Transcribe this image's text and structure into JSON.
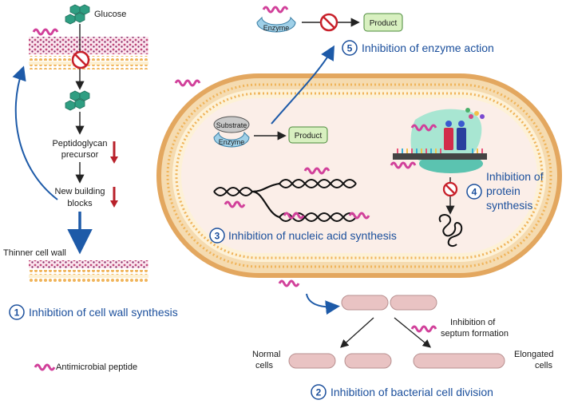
{
  "labels": {
    "glucose": "Glucose",
    "pg_precursor_1": "Peptidoglycan",
    "pg_precursor_2": "precursor",
    "building_1": "New building",
    "building_2": "blocks",
    "thinner_wall": "Thinner cell wall",
    "substrate": "Substrate",
    "enzyme": "Enzyme",
    "enzyme_top": "Enzyme",
    "product": "Product",
    "product_top": "Product",
    "normal_1": "Normal",
    "normal_2": "cells",
    "elongated_1": "Elongated",
    "elongated_2": "cells",
    "septum_1": "Inhibition of",
    "septum_2": "septum formation",
    "amp_legend": "Antimicrobial peptide"
  },
  "mechanisms": [
    {
      "number": "1",
      "title": "Inhibition of cell wall synthesis"
    },
    {
      "number": "2",
      "title": "Inhibition of bacterial cell division"
    },
    {
      "number": "3",
      "title": "Inhibition of nucleic acid synthesis"
    },
    {
      "number": "4",
      "title_line1": "Inhibition of",
      "title_line2": "protein",
      "title_line3": "synthesis"
    },
    {
      "number": "5",
      "title": "Inhibition of enzyme action"
    }
  ],
  "colors": {
    "peptide": "#d1409a",
    "mechanism_text": "#1b4f9c",
    "arrow_blue": "#1d5aa8",
    "glucose_hex": "#2f9e82",
    "down_red": "#b8202a",
    "cell_outer": "#e3a75f",
    "cell_inner": "#f3d8a6",
    "cytoplasm": "#fbeee8",
    "enzyme_fill": "#9fd0e8",
    "product_fill": "#d8f0c0",
    "dividing_cell": "#e9c3c3",
    "inhibit_red": "#c8202a"
  },
  "icons": [
    "glucose-hexagon-icon",
    "no-entry-icon",
    "antimicrobial-peptide-icon",
    "dna-icon",
    "ribosome-icon",
    "protein-coil-icon",
    "red-down-arrow-icon"
  ]
}
